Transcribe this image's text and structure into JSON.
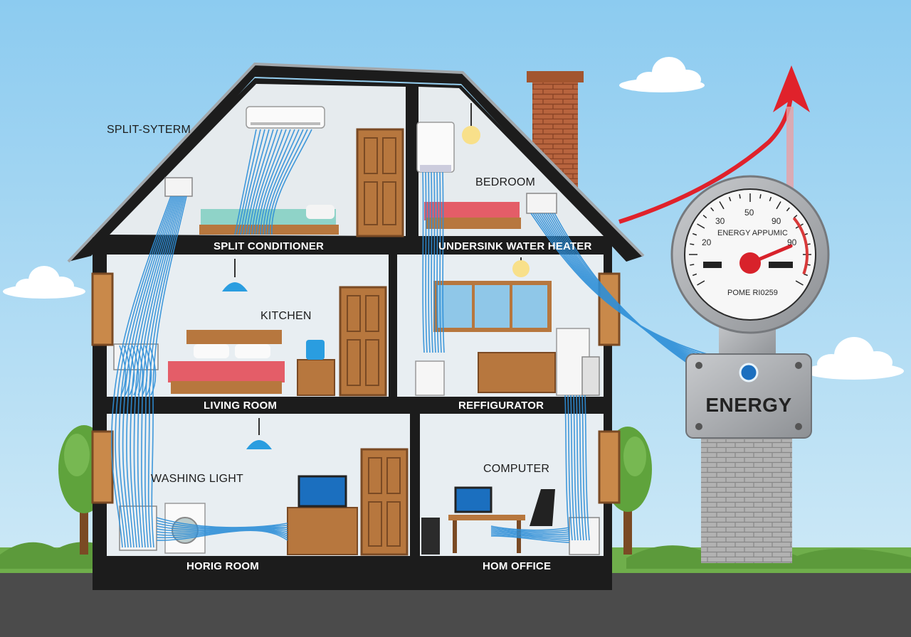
{
  "labels": {
    "split_system": "SPLIT-SYTERM",
    "split_conditioner": "SPLIT CONDITIONER",
    "bedroom": "BEDROOM",
    "undersink_water_heater": "UNDERSINK WATER HEATER",
    "kitchen": "KITCHEN",
    "living_room": "LIVING ROOM",
    "refrigerator": "REFFIGURATOR",
    "washing_light": "WASHING LIGHT",
    "computer": "COMPUTER",
    "horig_room": "HORIG ROOM",
    "home_office": "HOM OFFICE"
  },
  "meter": {
    "scale_20": "20",
    "scale_30": "30",
    "scale_50": "50",
    "scale_90a": "90",
    "scale_90b": "90",
    "title": "ENERGY APPUMIC",
    "subtitle": "POME RI0259",
    "plate": "ENERGY",
    "needle_level": 0.78
  },
  "colors": {
    "sky": "#a7d8f3",
    "wall": "#1c1c1c",
    "room": "#e8eef2",
    "wire": "#2e8fd8",
    "arrow": "#e0222b",
    "gauge_body": "#a5a8ac",
    "brick": "#b8643e",
    "wood": "#b7773e",
    "ground": "#4b4b4b",
    "grass": "#6fae4b"
  }
}
